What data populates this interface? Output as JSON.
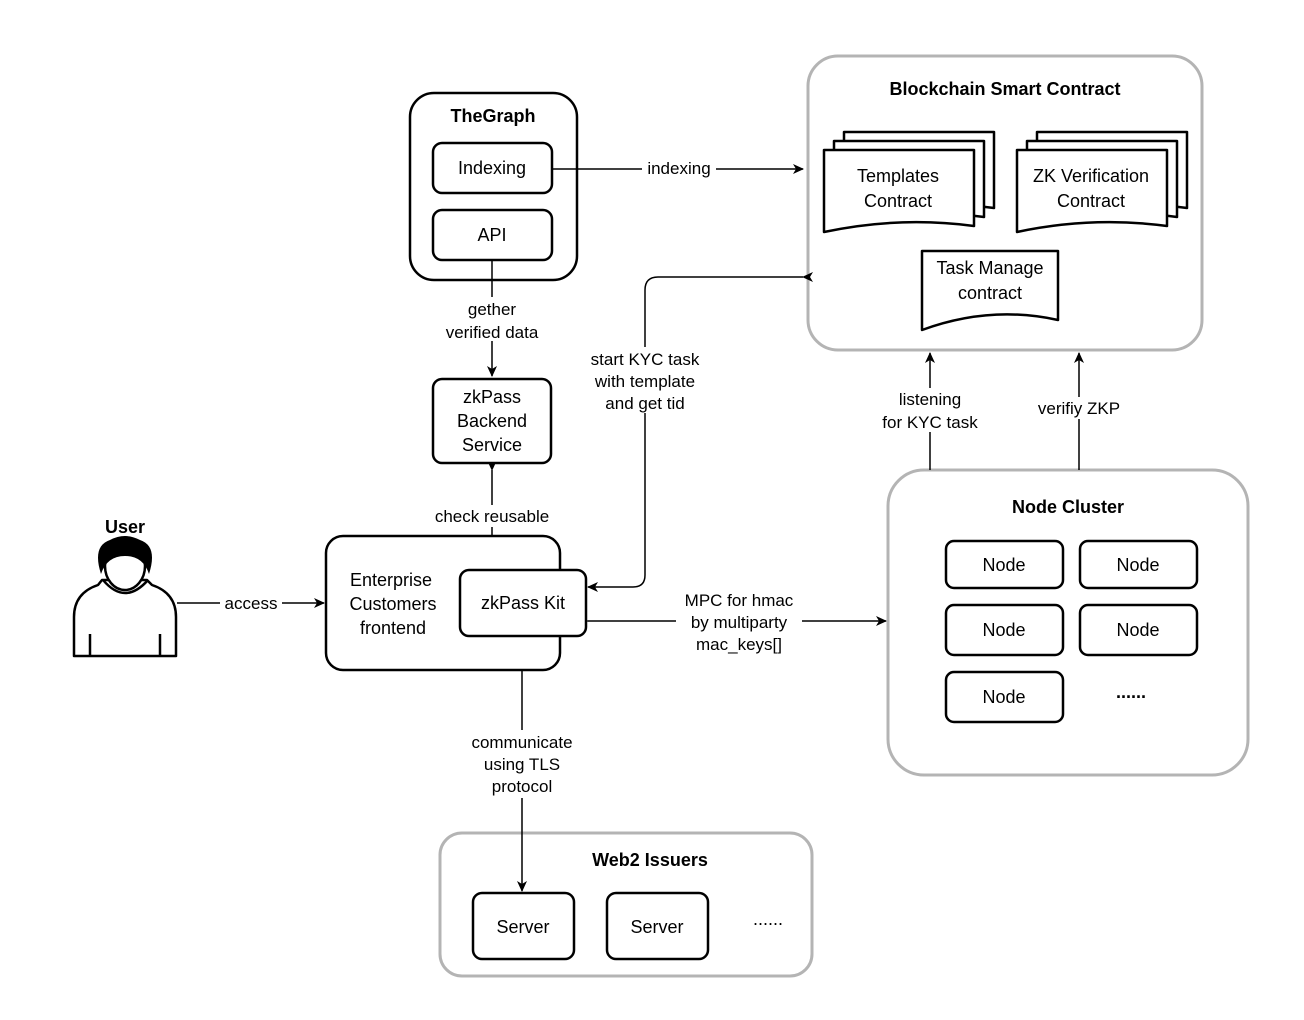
{
  "groups": {
    "thegraph": {
      "title": "TheGraph",
      "indexing": "Indexing",
      "api": "API"
    },
    "blockchain": {
      "title": "Blockchain Smart Contract",
      "templates": [
        "Templates",
        "Contract"
      ],
      "zk_verification": [
        "ZK Verification",
        "Contract"
      ],
      "task_manage": [
        "Task Manage",
        "contract"
      ]
    },
    "node_cluster": {
      "title": "Node Cluster",
      "nodes": [
        "Node",
        "Node",
        "Node",
        "Node",
        "Node"
      ],
      "more": "......"
    },
    "web2_issuers": {
      "title": "Web2 Issuers",
      "servers": [
        "Server",
        "Server"
      ],
      "more": "......"
    }
  },
  "user": {
    "label": "User"
  },
  "enterprise": {
    "lines": [
      "Enterprise",
      "Customers",
      "frontend"
    ]
  },
  "zkpass_kit": {
    "label": "zkPass Kit"
  },
  "zkpass_backend": {
    "lines": [
      "zkPass",
      "Backend",
      "Service"
    ]
  },
  "edges": {
    "indexing": "indexing",
    "gether": [
      "gether",
      "verified data"
    ],
    "check_reusable": "check reusable",
    "access": "access",
    "start_kyc": [
      "start KYC task",
      "with template",
      "and get tid"
    ],
    "listening": [
      "listening",
      "for KYC task"
    ],
    "verify_zkp": "verifiy ZKP",
    "mpc": [
      "MPC for hmac",
      "by multiparty",
      "mac_keys[]"
    ],
    "tls": [
      "communicate",
      "using TLS",
      "protocol"
    ]
  }
}
